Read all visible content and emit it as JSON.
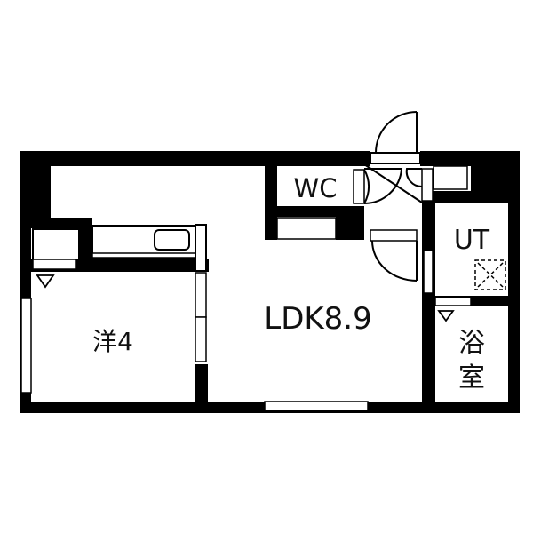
{
  "diagram": {
    "type": "floor-plan",
    "rooms": [
      {
        "id": "western-room",
        "label": "洋4"
      },
      {
        "id": "ldk",
        "label": "LDK8.9"
      },
      {
        "id": "wc",
        "label": "WC"
      },
      {
        "id": "utility",
        "label": "UT"
      },
      {
        "id": "bathroom",
        "label_line1": "浴",
        "label_line2": "室"
      }
    ],
    "colors": {
      "wall": "#000000",
      "background": "#ffffff"
    }
  }
}
